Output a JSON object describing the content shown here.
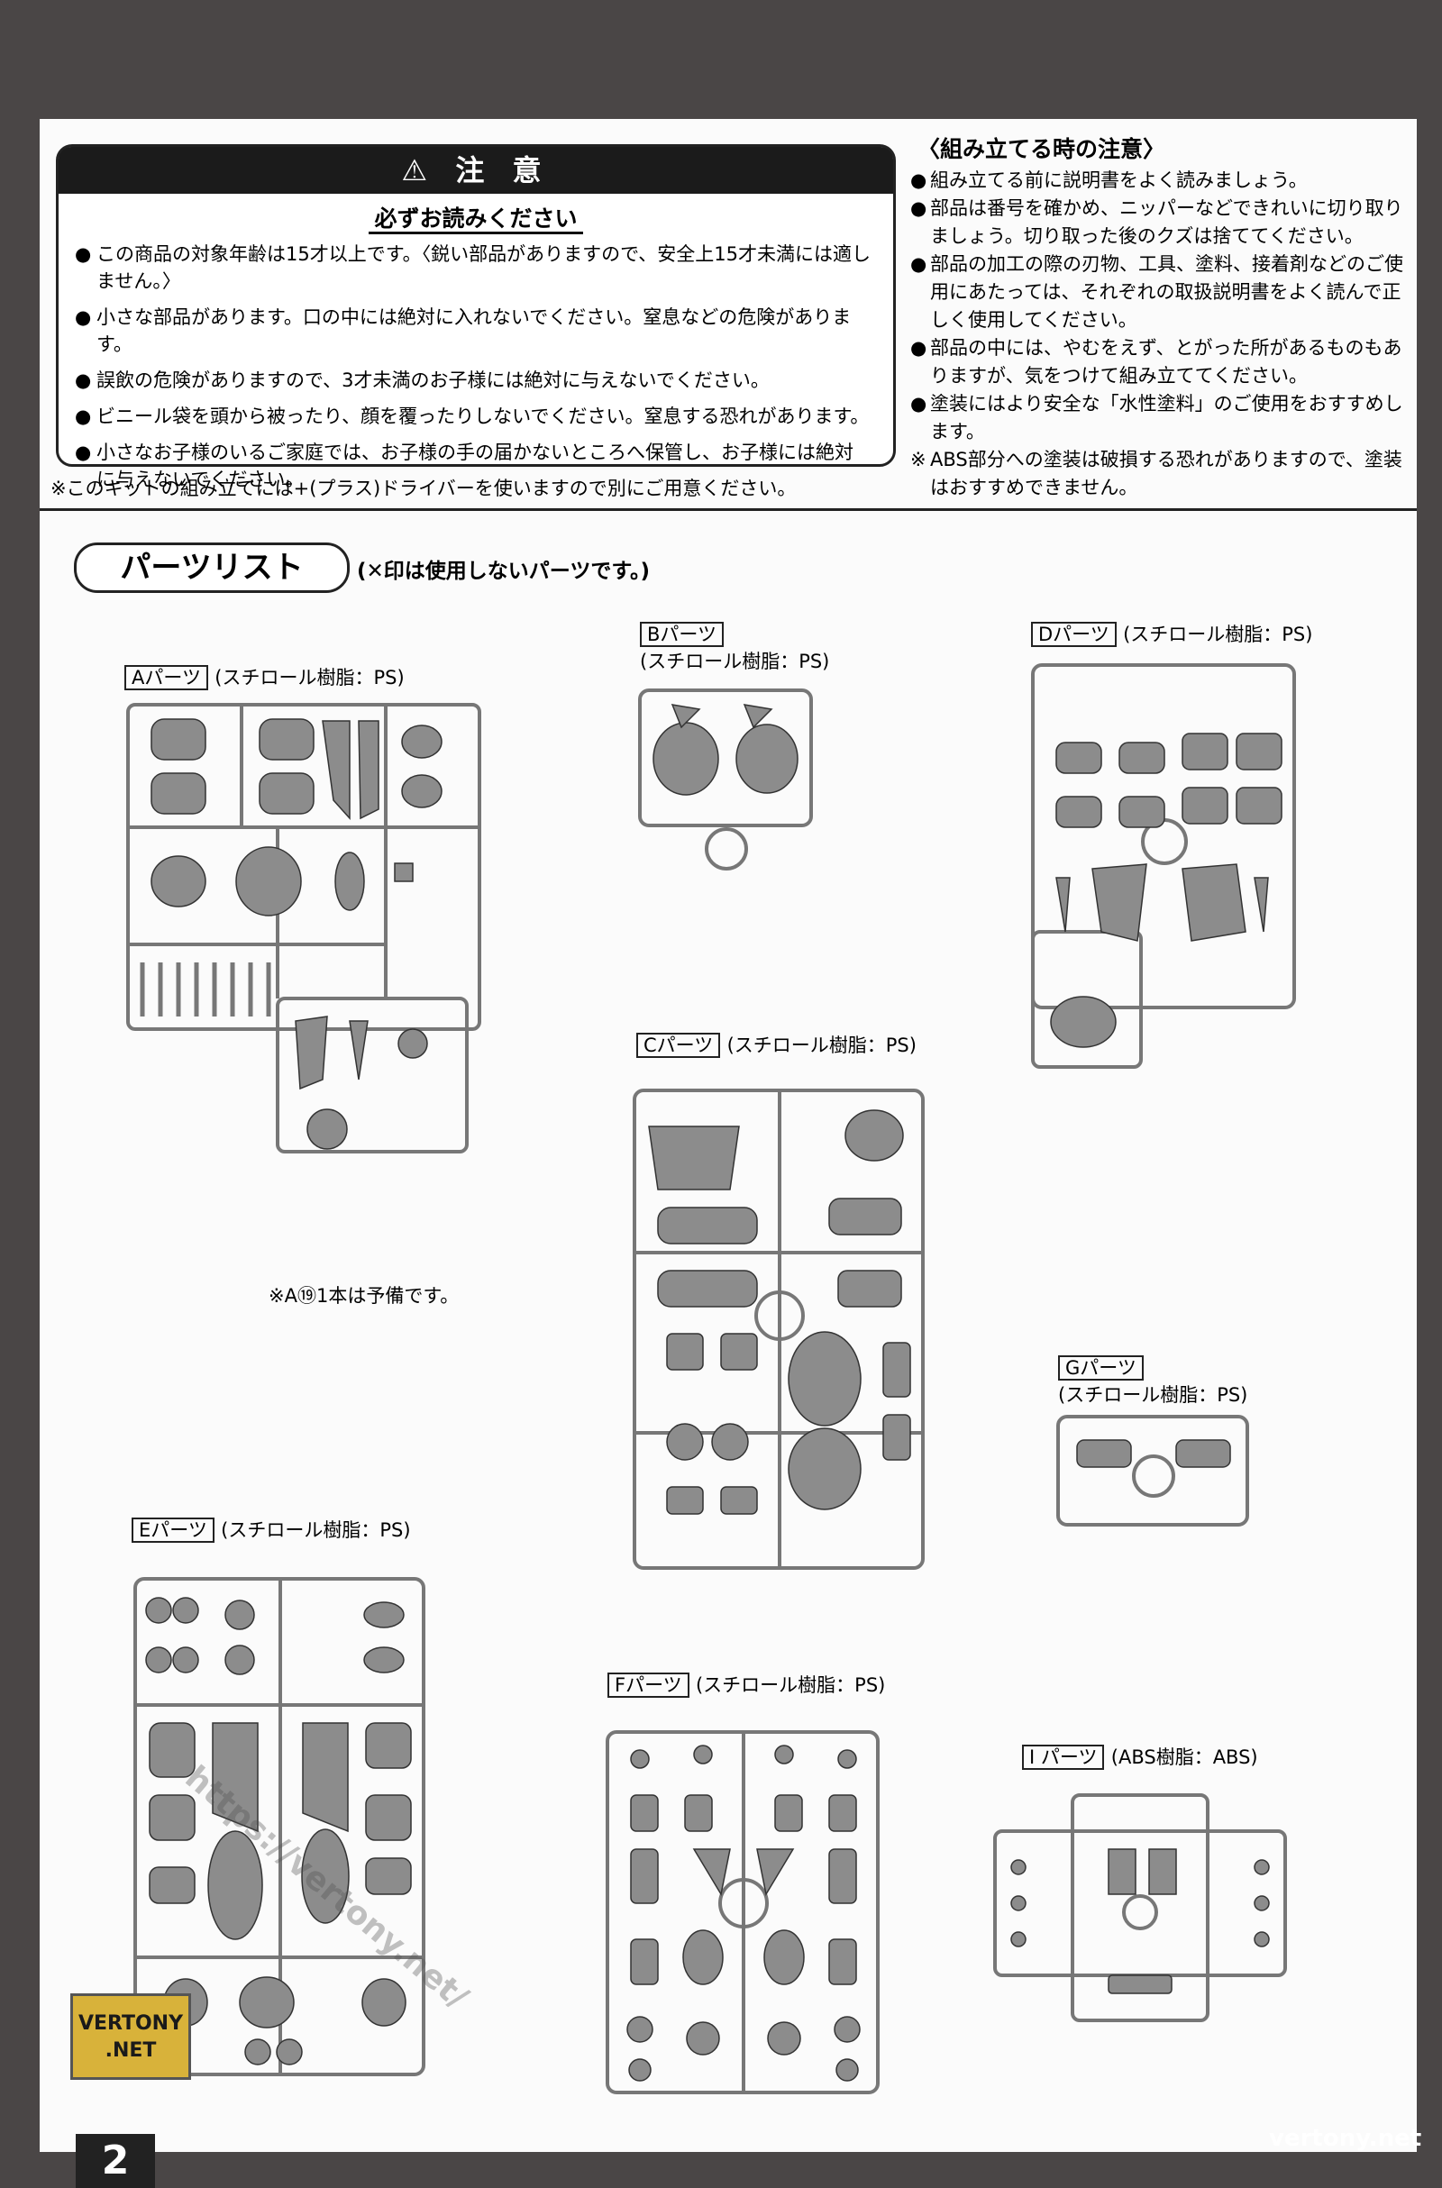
{
  "caution": {
    "title": "⚠ 注 意",
    "subtitle": "必ずお読みください",
    "items": [
      "この商品の対象年齢は15才以上です。〈鋭い部品がありますので、安全上15才未満には適しません。〉",
      "小さな部品があります。口の中には絶対に入れないでください。窒息などの危険があります。",
      "誤飲の危険がありますので、3才未満のお子様には絶対に与えないでください。",
      "ビニール袋を頭から被ったり、顔を覆ったりしないでください。窒息する恐れがあります。",
      "小さなお子様のいるご家庭では、お子様の手の届かないところへ保管し、お子様には絶対に与えないでください。"
    ],
    "screwdriver_note": "※このキットの組み立てには+(プラス)ドライバーを使いますので別にご用意ください。"
  },
  "assembly": {
    "title": "〈組み立てる時の注意〉",
    "items": [
      {
        "kind": "b",
        "text": "組み立てる前に説明書をよく読みましょう。"
      },
      {
        "kind": "b",
        "text": "部品は番号を確かめ、ニッパーなどできれいに切り取りましょう。切り取った後のクズは捨ててください。"
      },
      {
        "kind": "b",
        "text": "部品の加工の際の刃物、工具、塗料、接着剤などのご使用にあたっては、それぞれの取扱説明書をよく読んで正しく使用してください。"
      },
      {
        "kind": "b",
        "text": "部品の中には、やむをえず、とがった所があるものもありますが、気をつけて組み立ててください。"
      },
      {
        "kind": "b",
        "text": "塗装にはより安全な「水性塗料」のご使用をおすすめします。"
      },
      {
        "kind": "r",
        "text": "ABS部分への塗装は破損する恐れがありますので、塗装はおすすめできません。"
      }
    ]
  },
  "parts_list": {
    "title": "パーツリスト",
    "note": "(✕印は使用しないパーツです。)",
    "runners": {
      "A": {
        "code": "Aパーツ",
        "resin": "(スチロール樹脂：PS)"
      },
      "B": {
        "code": "Bパーツ",
        "resin": "(スチロール樹脂：PS)"
      },
      "C": {
        "code": "Cパーツ",
        "resin": "(スチロール樹脂：PS)"
      },
      "D": {
        "code": "Dパーツ",
        "resin": "(スチロール樹脂：PS)"
      },
      "E": {
        "code": "Eパーツ",
        "resin": "(スチロール樹脂：PS)"
      },
      "F": {
        "code": "Fパーツ",
        "resin": "(スチロール樹脂：PS)"
      },
      "G": {
        "code": "Gパーツ",
        "resin": "(スチロール樹脂：PS)"
      },
      "I": {
        "code": "I パーツ",
        "resin": "(ABS樹脂：ABS)"
      }
    },
    "spare_note": "※A⑲1本は予備です。"
  },
  "footer": {
    "page_number": "2",
    "logo_line1": "VERTONY",
    "logo_line2": ".NET",
    "site": "vertony.net",
    "diag_watermark": "https://vertony.net/"
  },
  "colors": {
    "background": "#4a4646",
    "paper": "#fbfbfb",
    "part_fill": "#8c8c8c",
    "runner": "#777777"
  }
}
